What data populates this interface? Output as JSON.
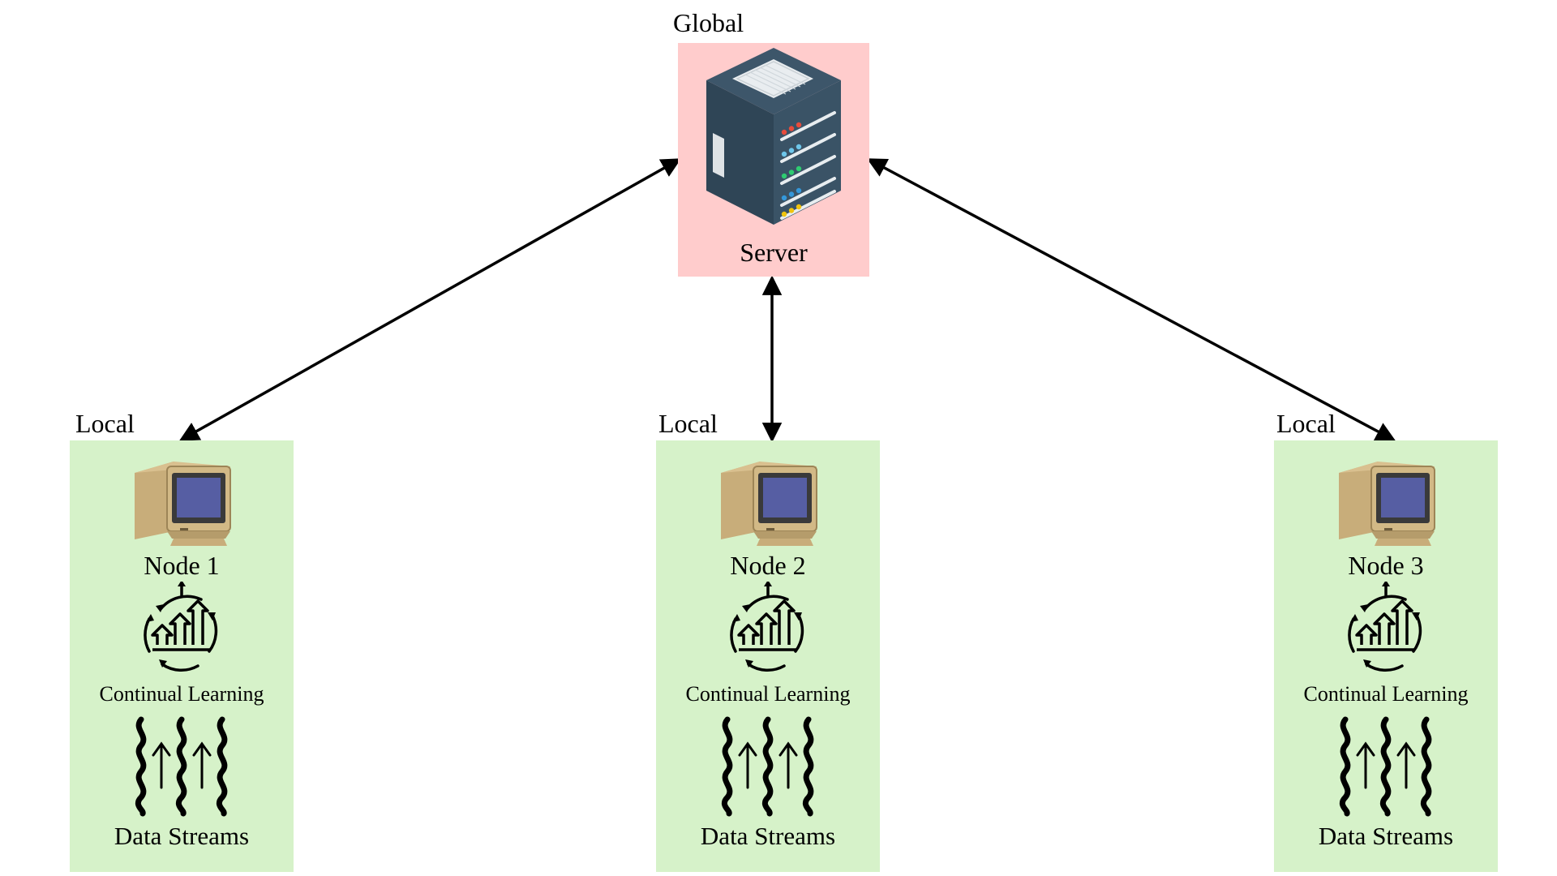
{
  "global": {
    "region_label": "Global",
    "server_label": "Server",
    "server_icon": "server-rack-icon",
    "color": "#ffcccc"
  },
  "nodes": [
    {
      "region_label": "Local",
      "title": "Node 1",
      "cl_label": "Continual Learning",
      "ds_label": "Data Streams"
    },
    {
      "region_label": "Local",
      "title": "Node 2",
      "cl_label": "Continual Learning",
      "ds_label": "Data Streams"
    },
    {
      "region_label": "Local",
      "title": "Node 3",
      "cl_label": "Continual Learning",
      "ds_label": "Data Streams"
    }
  ],
  "icons": {
    "node": "desktop-computer-icon",
    "continual_learning": "cycle-growth-arrows-icon",
    "data_streams": "wavy-stream-arrows-icon"
  },
  "colors": {
    "local_box": "#d6f2c9",
    "edge": "#000000"
  },
  "edges": [
    {
      "from": "server",
      "to": "node-1",
      "bidirectional": true
    },
    {
      "from": "server",
      "to": "node-2",
      "bidirectional": true
    },
    {
      "from": "server",
      "to": "node-3",
      "bidirectional": true
    }
  ]
}
